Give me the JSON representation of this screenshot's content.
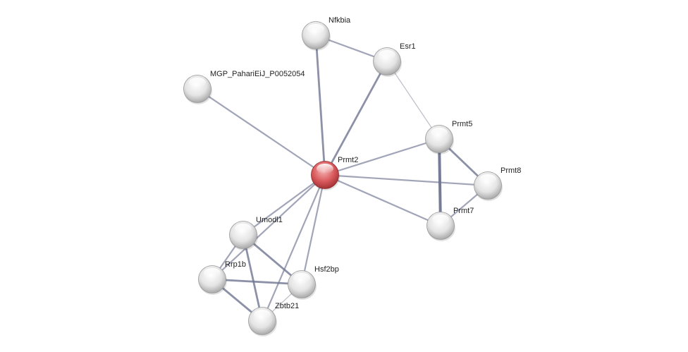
{
  "network": {
    "nodes": [
      {
        "id": "Nfkbia",
        "label": "Nfkbia",
        "query": false
      },
      {
        "id": "Esr1",
        "label": "Esr1",
        "query": false
      },
      {
        "id": "MGP",
        "label": "MGP_PahariEiJ_P0052054",
        "query": false
      },
      {
        "id": "Prmt5",
        "label": "Prmt5",
        "query": false
      },
      {
        "id": "Prmt2",
        "label": "Prmt2",
        "query": true
      },
      {
        "id": "Prmt8",
        "label": "Prmt8",
        "query": false
      },
      {
        "id": "Prmt7",
        "label": "Prmt7",
        "query": false
      },
      {
        "id": "Umodl1",
        "label": "Umodl1",
        "query": false
      },
      {
        "id": "Rrp1b",
        "label": "Rrp1b",
        "query": false
      },
      {
        "id": "Hsf2bp",
        "label": "Hsf2bp",
        "query": false
      },
      {
        "id": "Zbtb21",
        "label": "Zbtb21",
        "query": false
      }
    ],
    "edges": [
      {
        "source": "Nfkbia",
        "target": "Esr1",
        "strength": "low"
      },
      {
        "source": "Nfkbia",
        "target": "Prmt2",
        "strength": "medium"
      },
      {
        "source": "Esr1",
        "target": "Prmt2",
        "strength": "medium"
      },
      {
        "source": "Esr1",
        "target": "Prmt5",
        "strength": "lowest"
      },
      {
        "source": "MGP",
        "target": "Prmt2",
        "strength": "low"
      },
      {
        "source": "Prmt2",
        "target": "Prmt5",
        "strength": "low"
      },
      {
        "source": "Prmt2",
        "target": "Prmt8",
        "strength": "low"
      },
      {
        "source": "Prmt2",
        "target": "Prmt7",
        "strength": "low"
      },
      {
        "source": "Prmt5",
        "target": "Prmt7",
        "strength": "high"
      },
      {
        "source": "Prmt5",
        "target": "Prmt8",
        "strength": "medium"
      },
      {
        "source": "Prmt8",
        "target": "Prmt7",
        "strength": "low"
      },
      {
        "source": "Prmt2",
        "target": "Umodl1",
        "strength": "low"
      },
      {
        "source": "Prmt2",
        "target": "Rrp1b",
        "strength": "low"
      },
      {
        "source": "Prmt2",
        "target": "Hsf2bp",
        "strength": "low"
      },
      {
        "source": "Prmt2",
        "target": "Zbtb21",
        "strength": "low"
      },
      {
        "source": "Umodl1",
        "target": "Rrp1b",
        "strength": "low"
      },
      {
        "source": "Umodl1",
        "target": "Hsf2bp",
        "strength": "medium"
      },
      {
        "source": "Umodl1",
        "target": "Zbtb21",
        "strength": "medium"
      },
      {
        "source": "Rrp1b",
        "target": "Hsf2bp",
        "strength": "medium"
      },
      {
        "source": "Rrp1b",
        "target": "Zbtb21",
        "strength": "medium"
      },
      {
        "source": "Hsf2bp",
        "target": "Zbtb21",
        "strength": "lowest"
      }
    ],
    "colors": {
      "query_node": "#d9474b",
      "node": "#e6e6e6",
      "edge": "#6f7591",
      "label": "#222222"
    }
  }
}
